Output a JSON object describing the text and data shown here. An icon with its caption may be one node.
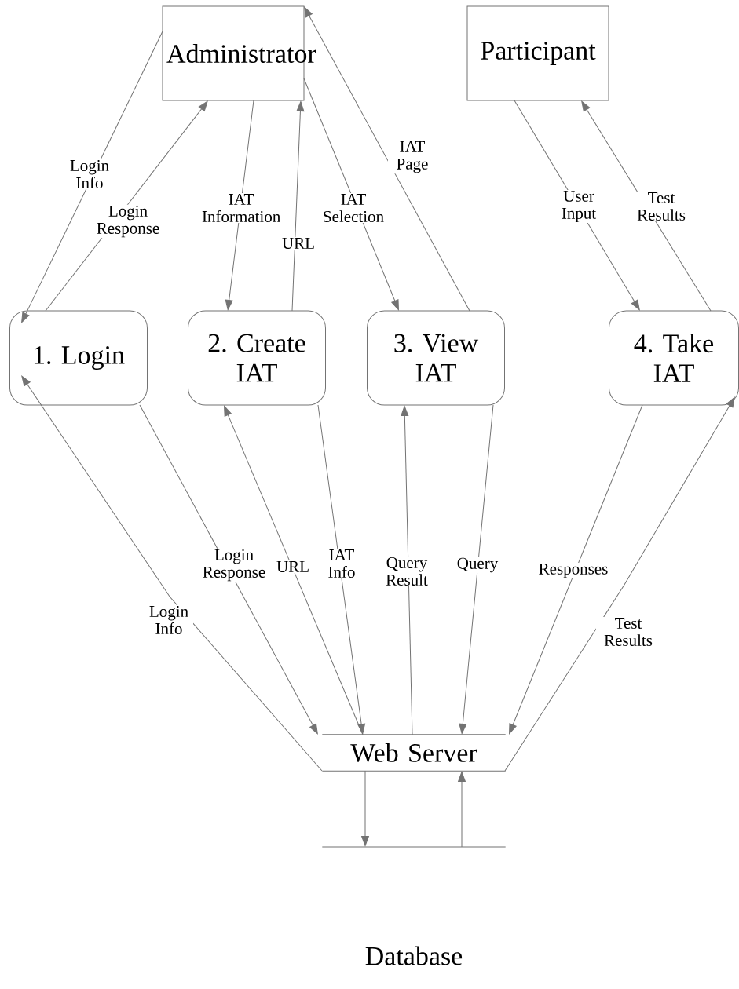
{
  "diagram": {
    "nodes": [
      {
        "text": [
          "Administrator"
        ]
      },
      {
        "text": [
          "Participant"
        ]
      },
      {
        "text": [
          "1. Login"
        ]
      },
      {
        "text": [
          "2. Create IAT"
        ]
      },
      {
        "text": [
          "3. View IAT"
        ]
      },
      {
        "text": [
          "4. Take IAT"
        ]
      },
      {
        "text": [
          "Web Server"
        ]
      },
      {
        "text": [
          "Database"
        ]
      }
    ],
    "edges": [
      {
        "from": 0,
        "to": 2,
        "arrow": "to",
        "label": "Login Info"
      },
      {
        "from": 2,
        "to": 0,
        "arrow": "to",
        "label": "Login Response"
      },
      {
        "from": 0,
        "to": 3,
        "arrow": "to",
        "label": "IAT Information"
      },
      {
        "from": 3,
        "to": 0,
        "arrow": "to",
        "label": "URL"
      },
      {
        "from": 0,
        "to": 4,
        "arrow": "to",
        "label": "IAT Selection"
      },
      {
        "from": 4,
        "to": 0,
        "arrow": "to",
        "label": "IAT Page"
      },
      {
        "from": 1,
        "to": 5,
        "arrow": "to",
        "label": "User Input"
      },
      {
        "from": 5,
        "to": 1,
        "arrow": "to",
        "label": "Test Results"
      },
      {
        "from": 2,
        "to": 6,
        "arrow": "to",
        "label": "Login Response"
      },
      {
        "from": 6,
        "to": 3,
        "arrow": "to",
        "label": "URL"
      },
      {
        "from": 3,
        "to": 6,
        "arrow": "to",
        "label": "IAT Info"
      },
      {
        "from": 6,
        "to": 4,
        "arrow": "to",
        "label": "Query Result"
      },
      {
        "from": 4,
        "to": 6,
        "arrow": "to",
        "label": "Query"
      },
      {
        "from": 5,
        "to": 6,
        "arrow": "to",
        "label": "Responses"
      },
      {
        "from": 6,
        "to": 5,
        "arrow": "to",
        "label": "Test Results"
      },
      {
        "from": 6,
        "to": 2,
        "arrow": "to",
        "label": "Login Info"
      },
      {
        "from": 6,
        "to": 7,
        "arrow": "to"
      },
      {
        "from": 7,
        "to": 6,
        "arrow": "to"
      }
    ]
  }
}
